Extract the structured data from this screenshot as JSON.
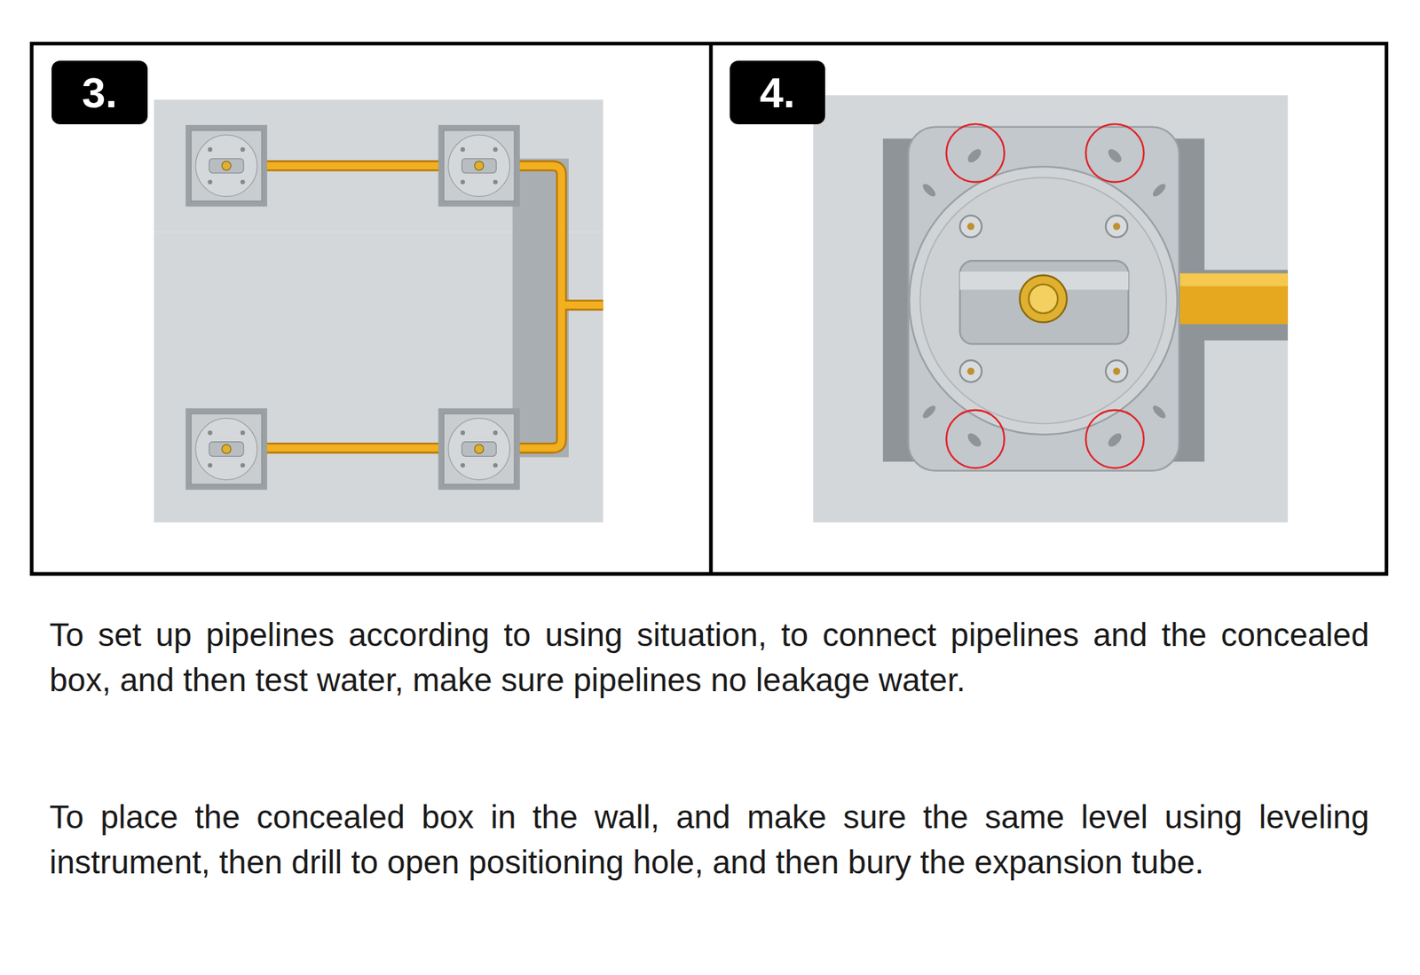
{
  "diagram": {
    "nodes": [
      {
        "text": [
          "3."
        ]
      },
      {
        "text": [
          "4."
        ]
      }
    ],
    "labels": [
      "To set up pipelines according to using situation, to connect pipelines and the concealed box, and then test water, make sure pipelines no leakage water.",
      "To place the concealed box in the wall, and make sure the same level using leveling instrument, then drill to open positioning hole, and then bury the expansion tube."
    ]
  }
}
